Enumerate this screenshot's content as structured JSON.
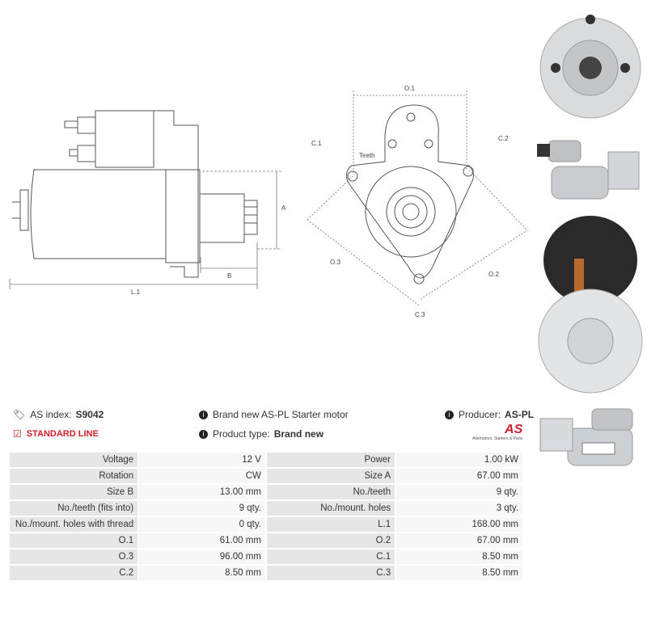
{
  "drawing_labels": {
    "A": "A",
    "B": "B",
    "L1": "L.1",
    "O1": "O.1",
    "O2": "O.2",
    "O3": "O.3",
    "C1": "C.1",
    "C2": "C.2",
    "C3": "C.3",
    "teeth": "Teeth"
  },
  "info": {
    "as_index_label": "AS index:",
    "as_index_value": "S9042",
    "line_label": "STANDARD LINE",
    "brand_text": "Brand new AS-PL Starter motor",
    "product_type_label": "Product type:",
    "product_type_value": "Brand new",
    "producer_label": "Producer:",
    "producer_value": "AS-PL",
    "logo_text": "AS",
    "logo_tagline": "Alternators, Starters & Parts"
  },
  "specs": [
    {
      "k1": "Voltage",
      "v1": "12 V",
      "k2": "Power",
      "v2": "1.00 kW"
    },
    {
      "k1": "Rotation",
      "v1": "CW",
      "k2": "Size A",
      "v2": "67.00 mm"
    },
    {
      "k1": "Size B",
      "v1": "13.00 mm",
      "k2": "No./teeth",
      "v2": "9 qty."
    },
    {
      "k1": "No./teeth (fits into)",
      "v1": "9 qty.",
      "k2": "No./mount. holes",
      "v2": "3 qty."
    },
    {
      "k1": "No./mount. holes with thread",
      "v1": "0 qty.",
      "k2": "L.1",
      "v2": "168.00 mm"
    },
    {
      "k1": "O.1",
      "v1": "61.00 mm",
      "k2": "O.2",
      "v2": "67.00 mm"
    },
    {
      "k1": "O.3",
      "v1": "96.00 mm",
      "k2": "C.1",
      "v2": "8.50 mm"
    },
    {
      "k1": "C.2",
      "v1": "8.50 mm",
      "k2": "C.3",
      "v2": "8.50 mm"
    }
  ]
}
